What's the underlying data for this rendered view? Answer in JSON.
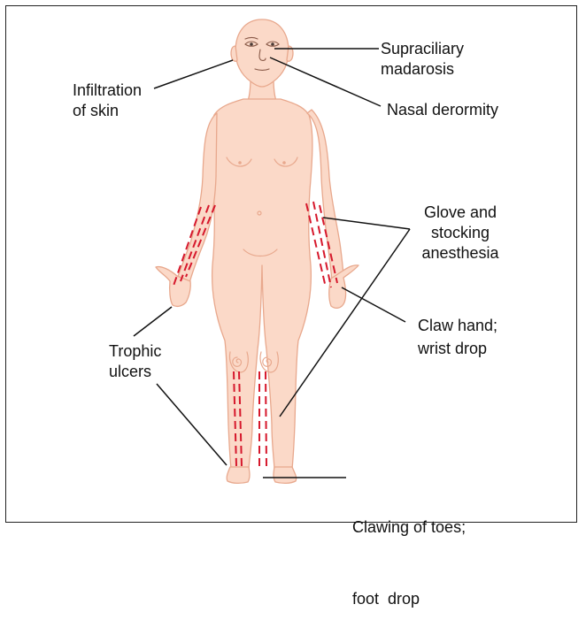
{
  "labels": {
    "supraciliary": [
      "Supraciliary",
      "madarosis"
    ],
    "infiltration": [
      "Infiltration",
      "of skin"
    ],
    "nasal": [
      "Nasal derormity"
    ],
    "glove": [
      "Glove and",
      "stocking",
      "anesthesia"
    ],
    "claw_hand": [
      "Claw hand;",
      "wrist drop"
    ],
    "trophic": [
      "Trophic",
      "ulcers"
    ],
    "clawing_toes": [
      "Clawing of toes;",
      "foot  drop"
    ]
  },
  "colors": {
    "skin": "#fbd9c8",
    "outline": "#e8a88d",
    "lesion": "#d6182c",
    "leader": "#111111",
    "frame": "#222222"
  }
}
